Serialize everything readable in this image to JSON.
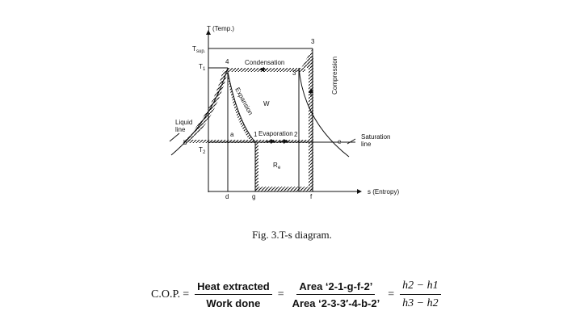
{
  "diagram": {
    "axis_y_label": "T (Temp.)",
    "axis_x_label": "s (Entropy)",
    "t_sup": "T",
    "t_sup_sub": "sup.",
    "t1": "T",
    "t1_sub": "1",
    "t2": "T",
    "t2_sub": "2",
    "pt_3": "3",
    "pt_4": "4",
    "pt_3prime": "3'",
    "pt_b": "b",
    "pt_a": "a",
    "pt_1": "1",
    "pt_2": "2",
    "pt_e": "e",
    "pt_d": "d",
    "pt_g": "g",
    "pt_f": "f",
    "condensation": "Condensation",
    "evaporation": "Evaporation",
    "compression": "Compression",
    "expansion": "Expansion",
    "work": "W",
    "re": "R",
    "re_sub": "e",
    "liquid_line": "Liquid\nline",
    "saturation_line": "Saturation\nline"
  },
  "caption": "Fig. 3.T-s diagram.",
  "formula": {
    "lhs": "C.O.P.",
    "eq": "=",
    "num1": "Heat extracted",
    "den1": "Work done",
    "num2": "Area ‘2-1-g-f-2’",
    "den2": "Area ‘2-3-3′-4-b-2’",
    "num3": "h2 − h1",
    "den3": "h3 − h2"
  }
}
